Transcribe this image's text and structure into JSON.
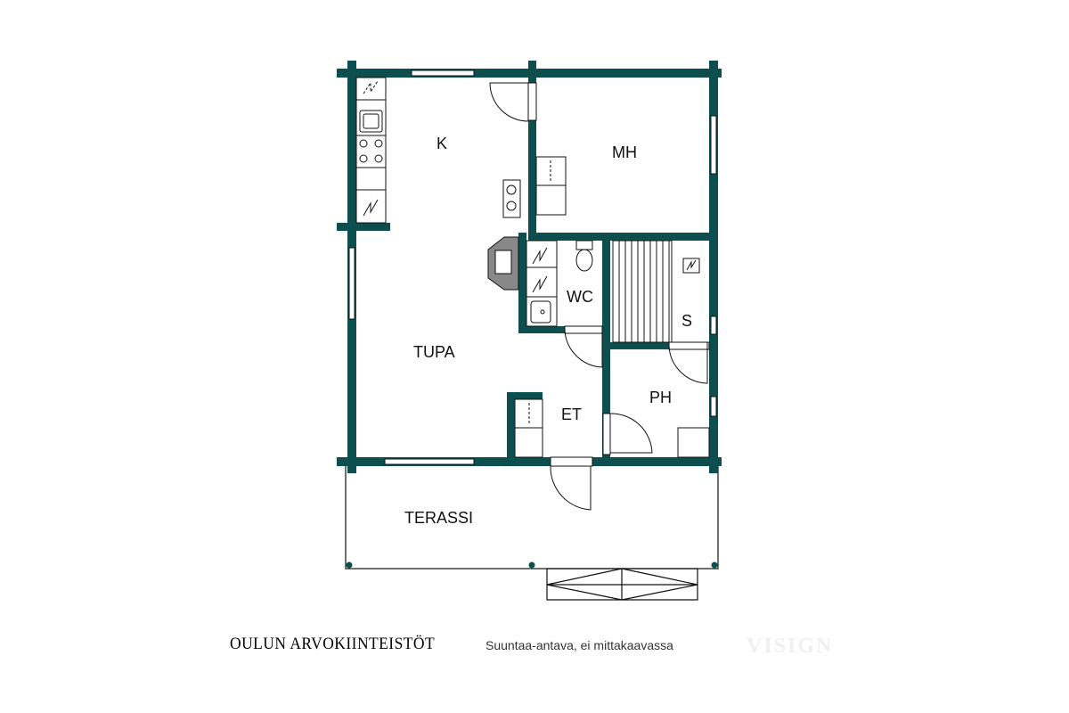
{
  "colors": {
    "wall": "#0d4f4e",
    "line": "#111111",
    "window": "#ffffff",
    "watermark": "#eeeeee"
  },
  "rooms": {
    "k": "K",
    "mh": "MH",
    "tupa": "TUPA",
    "wc": "WC",
    "s": "S",
    "et": "ET",
    "ph": "PH",
    "terassi": "TERASSI"
  },
  "footer": {
    "brand": "OULUN ARVOKIINTEISTÖT",
    "note": "Suuntaa-antava, ei mittakaavassa",
    "watermark": "VISIGN"
  }
}
